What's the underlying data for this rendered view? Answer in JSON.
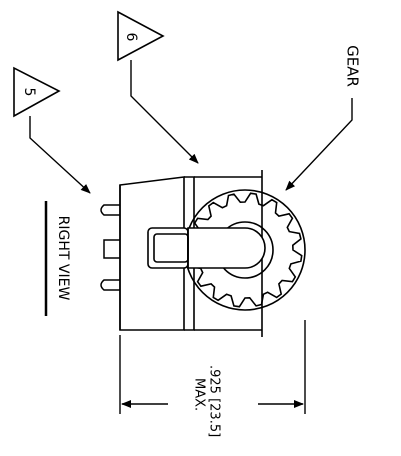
{
  "diagram": {
    "callouts": {
      "callout_5": "5",
      "callout_6": "6",
      "gear_label": "GEAR"
    },
    "view_label": "RIGHT VIEW",
    "dimension": {
      "value_line": ".925 [23.5]",
      "qualifier": "MAX."
    }
  },
  "colors": {
    "line": "#000000",
    "background": "#ffffff"
  }
}
